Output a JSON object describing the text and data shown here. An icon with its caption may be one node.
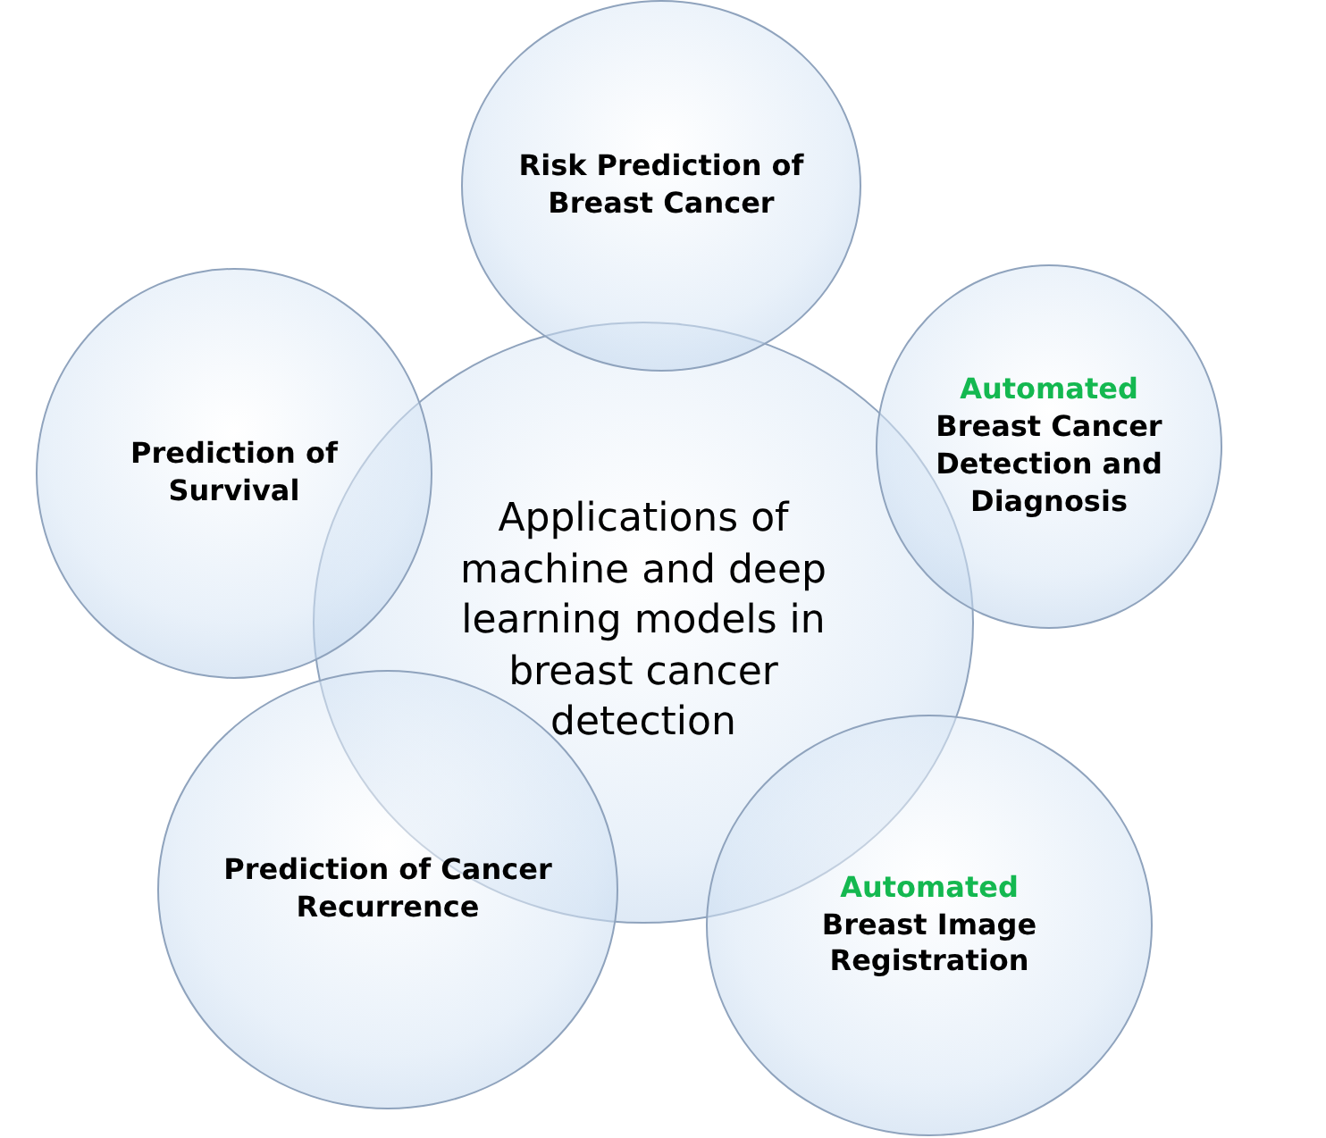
{
  "diagram": {
    "nodes": [
      {
        "text": [
          "Applications of machine and deep learning models in breast cancer detection"
        ]
      },
      {
        "text": [
          "Risk Prediction of Breast Cancer"
        ]
      },
      {
        "text": [
          "Prediction of Survival"
        ]
      },
      {
        "text": [
          "Automated",
          "Breast Cancer Detection and Diagnosis"
        ]
      },
      {
        "text": [
          "Prediction of Cancer Recurrence"
        ]
      },
      {
        "text": [
          "Automated",
          "Breast Image Registration"
        ]
      }
    ]
  }
}
